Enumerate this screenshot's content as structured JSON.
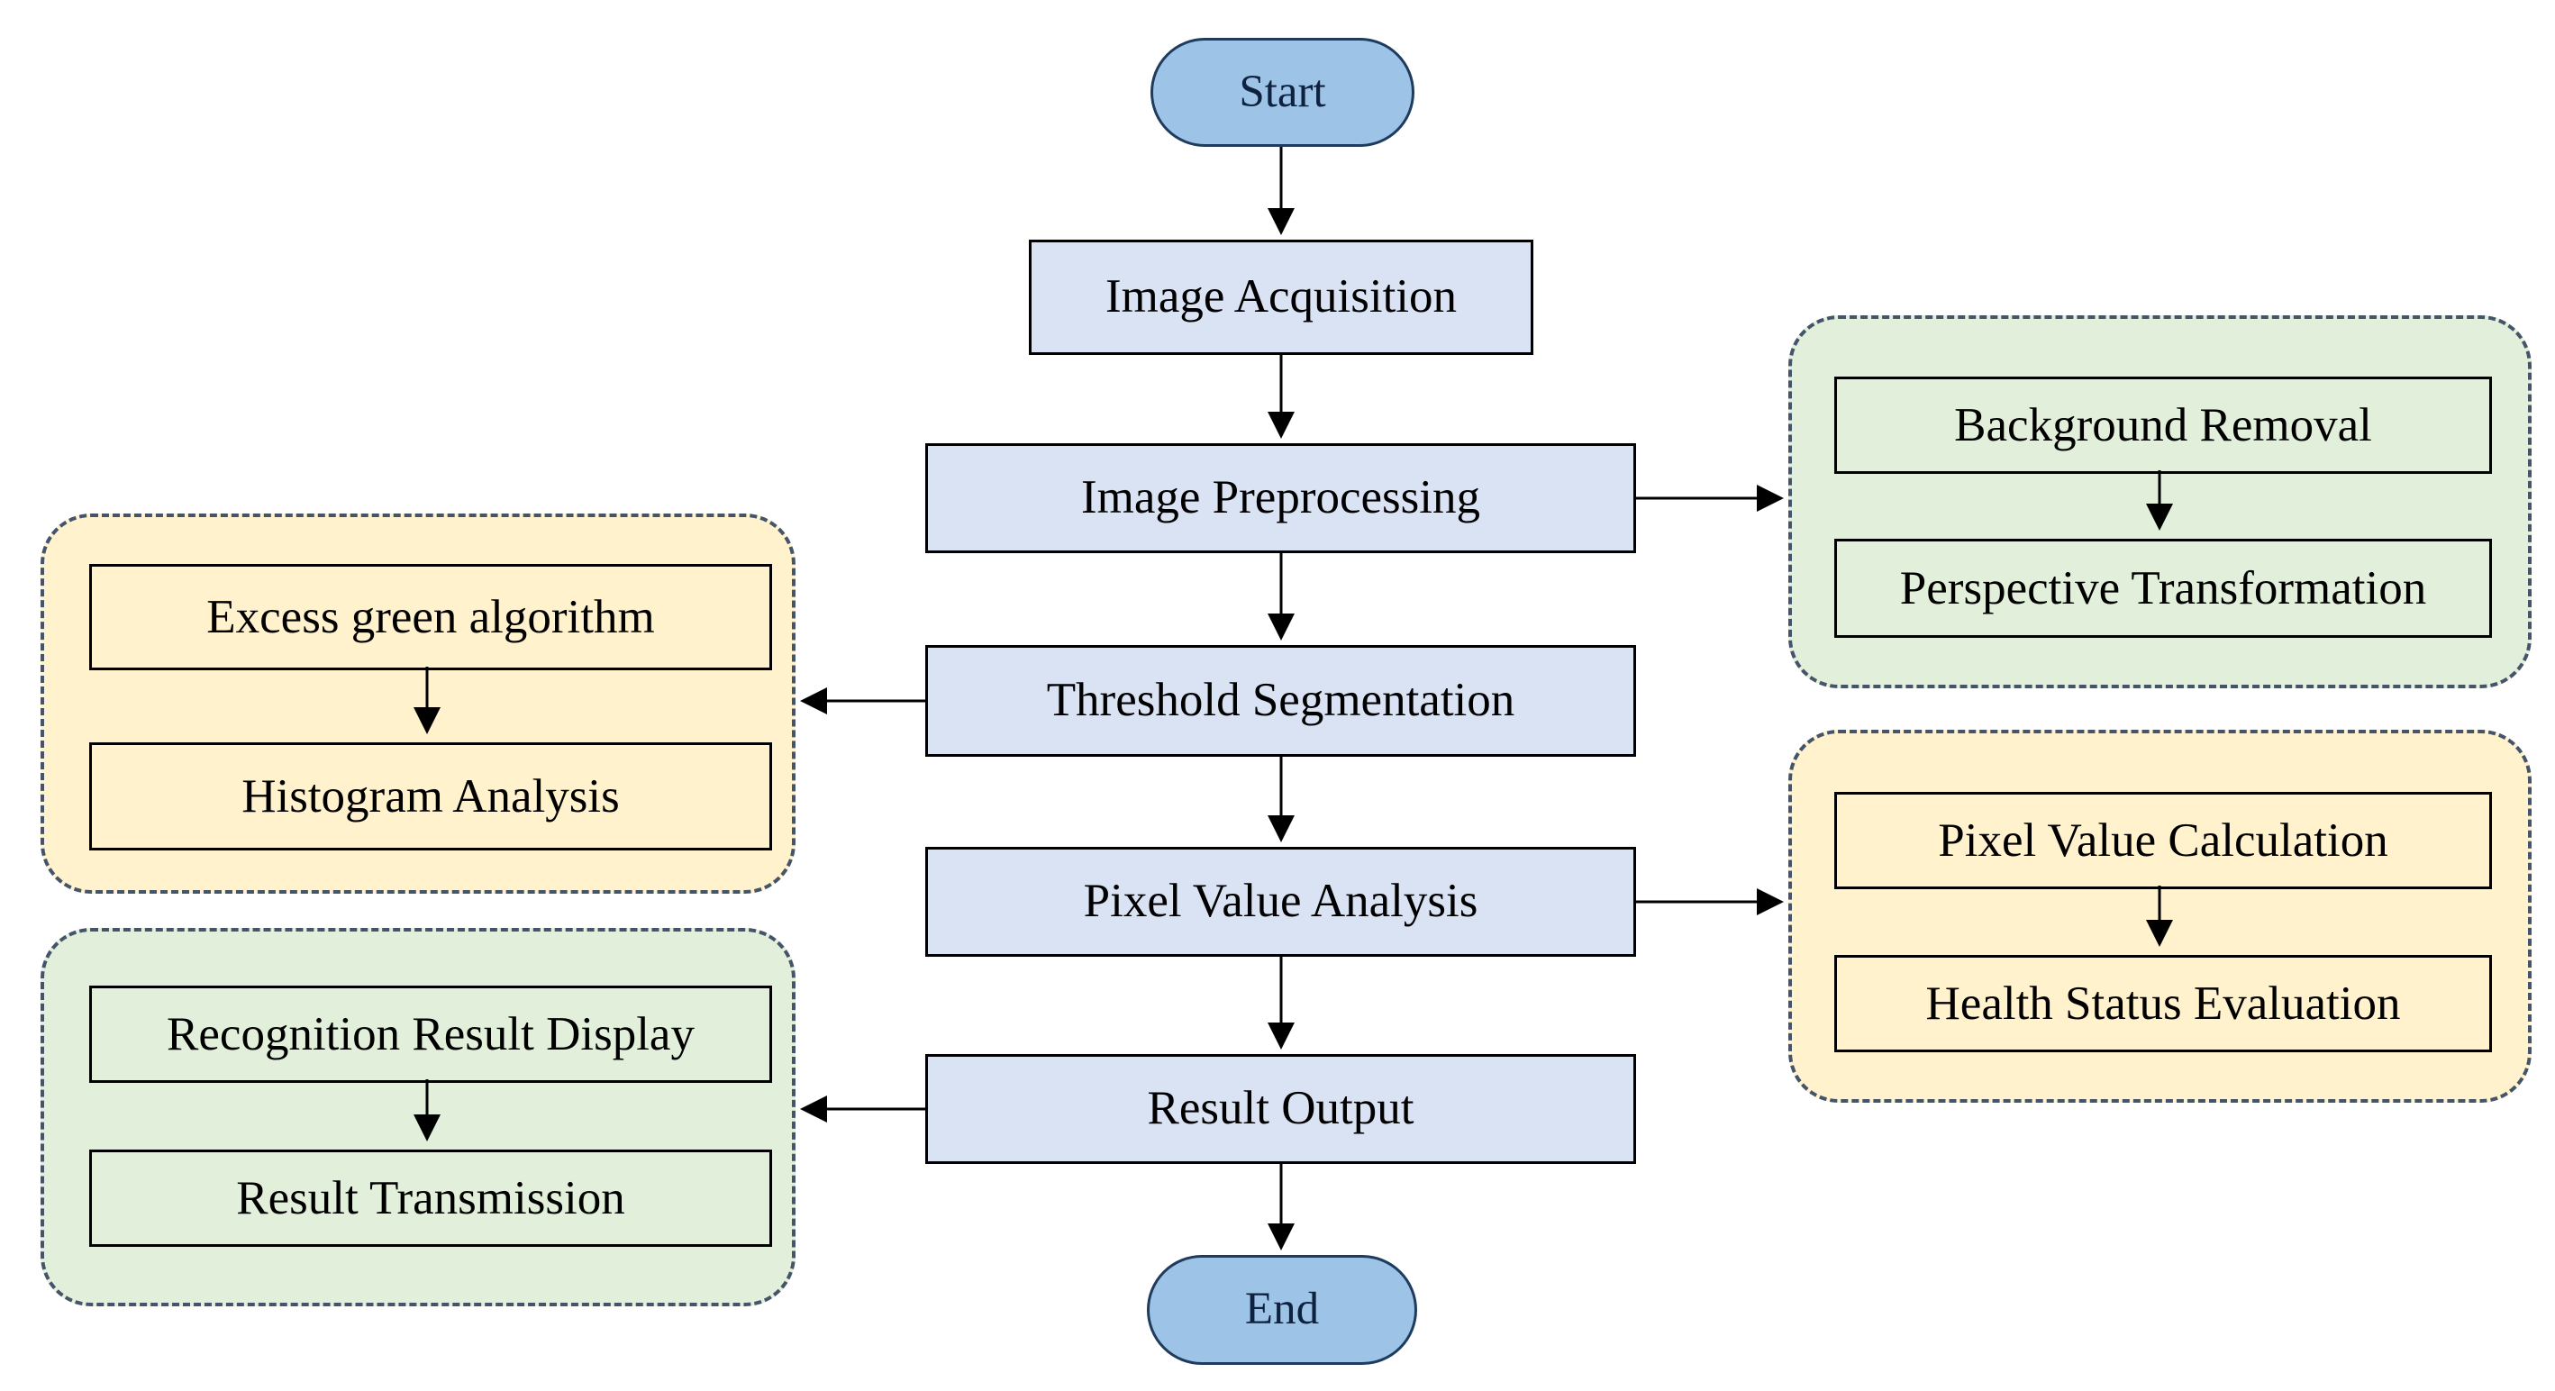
{
  "diagram": {
    "type": "flowchart",
    "background": "#ffffff",
    "colors": {
      "terminator_fill": "#9dc3e6",
      "terminator_border": "#1f3b5e",
      "process_fill": "#dae3f3",
      "process_border": "#000000",
      "green_group_fill": "#e2efda",
      "yellow_group_fill": "#fff2cc",
      "group_dashed_border": "#44546a",
      "arrow_color": "#000000",
      "text_color": "#000000"
    },
    "nodes": {
      "start": {
        "label": "Start",
        "shape": "terminator"
      },
      "image_acquisition": {
        "label": "Image Acquisition",
        "shape": "process"
      },
      "image_preprocessing": {
        "label": "Image Preprocessing",
        "shape": "process"
      },
      "threshold_segmentation": {
        "label": "Threshold Segmentation",
        "shape": "process"
      },
      "pixel_value_analysis": {
        "label": "Pixel Value Analysis",
        "shape": "process"
      },
      "result_output": {
        "label": "Result Output",
        "shape": "process"
      },
      "end": {
        "label": "End",
        "shape": "terminator"
      },
      "background_removal": {
        "label": "Background Removal",
        "shape": "process",
        "group": "preprocessing_detail"
      },
      "perspective_transformation": {
        "label": "Perspective Transformation",
        "shape": "process",
        "group": "preprocessing_detail"
      },
      "excess_green_algorithm": {
        "label": "Excess green algorithm",
        "shape": "process",
        "group": "segmentation_detail"
      },
      "histogram_analysis": {
        "label": "Histogram Analysis",
        "shape": "process",
        "group": "segmentation_detail"
      },
      "pixel_value_calculation": {
        "label": "Pixel Value Calculation",
        "shape": "process",
        "group": "pixel_analysis_detail"
      },
      "health_status_evaluation": {
        "label": "Health Status Evaluation",
        "shape": "process",
        "group": "pixel_analysis_detail"
      },
      "recognition_result_display": {
        "label": "Recognition Result Display",
        "shape": "process",
        "group": "output_detail"
      },
      "result_transmission": {
        "label": "Result Transmission",
        "shape": "process",
        "group": "output_detail"
      }
    },
    "groups": {
      "preprocessing_detail": {
        "fill": "green",
        "position": "right-top",
        "members": [
          "background_removal",
          "perspective_transformation"
        ]
      },
      "segmentation_detail": {
        "fill": "yellow",
        "position": "left-middle",
        "members": [
          "excess_green_algorithm",
          "histogram_analysis"
        ]
      },
      "pixel_analysis_detail": {
        "fill": "yellow",
        "position": "right-middle",
        "members": [
          "pixel_value_calculation",
          "health_status_evaluation"
        ]
      },
      "output_detail": {
        "fill": "green",
        "position": "left-bottom",
        "members": [
          "recognition_result_display",
          "result_transmission"
        ]
      }
    },
    "edges": [
      {
        "from": "start",
        "to": "image_acquisition"
      },
      {
        "from": "image_acquisition",
        "to": "image_preprocessing"
      },
      {
        "from": "image_preprocessing",
        "to": "threshold_segmentation"
      },
      {
        "from": "threshold_segmentation",
        "to": "pixel_value_analysis"
      },
      {
        "from": "pixel_value_analysis",
        "to": "result_output"
      },
      {
        "from": "result_output",
        "to": "end"
      },
      {
        "from": "image_preprocessing",
        "to": "preprocessing_detail"
      },
      {
        "from": "threshold_segmentation",
        "to": "segmentation_detail"
      },
      {
        "from": "pixel_value_analysis",
        "to": "pixel_analysis_detail"
      },
      {
        "from": "result_output",
        "to": "output_detail"
      },
      {
        "from": "background_removal",
        "to": "perspective_transformation"
      },
      {
        "from": "excess_green_algorithm",
        "to": "histogram_analysis"
      },
      {
        "from": "pixel_value_calculation",
        "to": "health_status_evaluation"
      },
      {
        "from": "recognition_result_display",
        "to": "result_transmission"
      }
    ]
  }
}
